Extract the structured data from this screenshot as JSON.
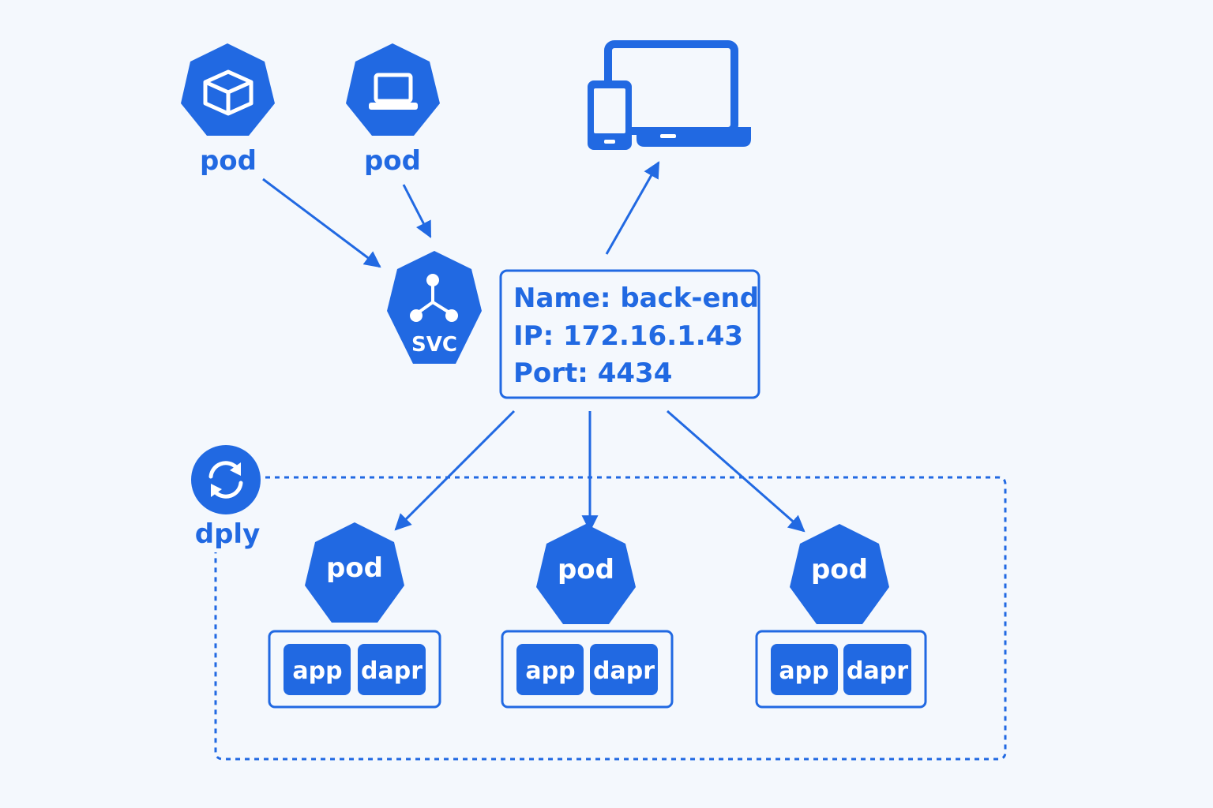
{
  "colors": {
    "primary": "#2169e2",
    "background": "#f4f8fd",
    "on_primary": "#ffffff"
  },
  "top_pods": [
    {
      "label": "pod",
      "icon": "cube-icon"
    },
    {
      "label": "pod",
      "icon": "laptop-icon"
    }
  ],
  "devices": {
    "icon": "phone-and-laptop-icon"
  },
  "service": {
    "label": "SVC",
    "icon": "hub-icon"
  },
  "service_info": {
    "name": "Name: back-end",
    "ip": "IP: 172.16.1.43",
    "port": "Port: 4434"
  },
  "deployment": {
    "label": "dply",
    "icon": "refresh-icon"
  },
  "deployment_pods": [
    {
      "label": "pod",
      "containers": [
        "app",
        "dapr"
      ]
    },
    {
      "label": "pod",
      "containers": [
        "app",
        "dapr"
      ]
    },
    {
      "label": "pod",
      "containers": [
        "app",
        "dapr"
      ]
    }
  ]
}
